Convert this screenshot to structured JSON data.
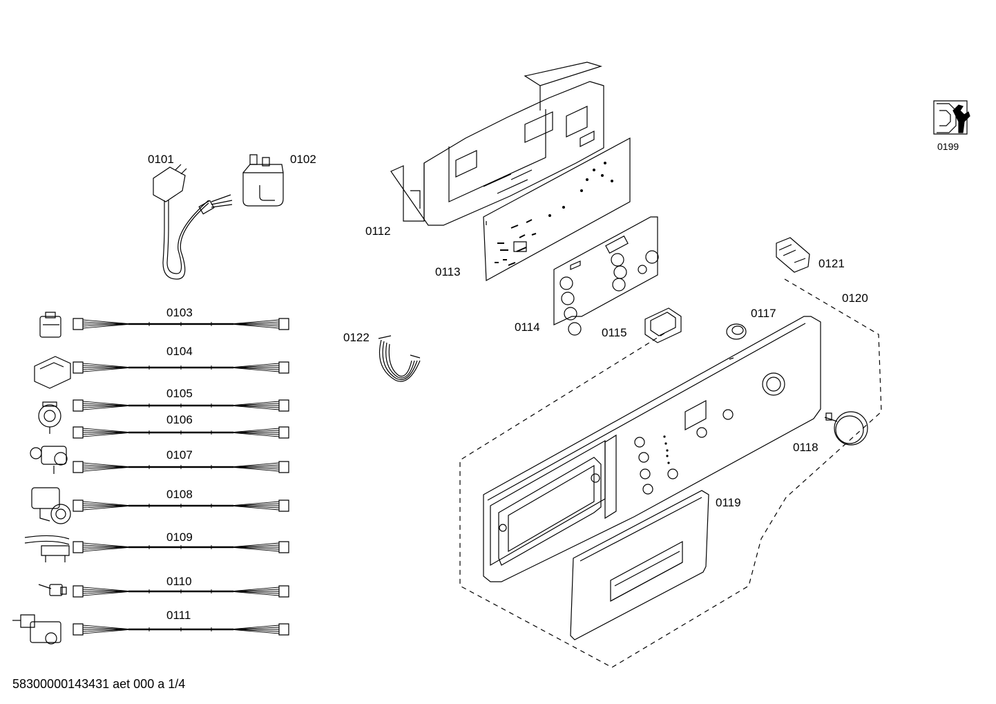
{
  "labels": {
    "p0101": "0101",
    "p0102": "0102",
    "p0103": "0103",
    "p0104": "0104",
    "p0105": "0105",
    "p0106": "0106",
    "p0107": "0107",
    "p0108": "0108",
    "p0109": "0109",
    "p0110": "0110",
    "p0111": "0111",
    "p0112": "0112",
    "p0113": "0113",
    "p0114": "0114",
    "p0115": "0115",
    "p0117": "0117",
    "p0118": "0118",
    "p0119": "0119",
    "p0120": "0120",
    "p0121": "0121",
    "p0122": "0122",
    "p0199": "0199"
  },
  "footer": "58300000143431 aet 000 a 1/4",
  "icons": {
    "service": "service-wrench-icon"
  }
}
